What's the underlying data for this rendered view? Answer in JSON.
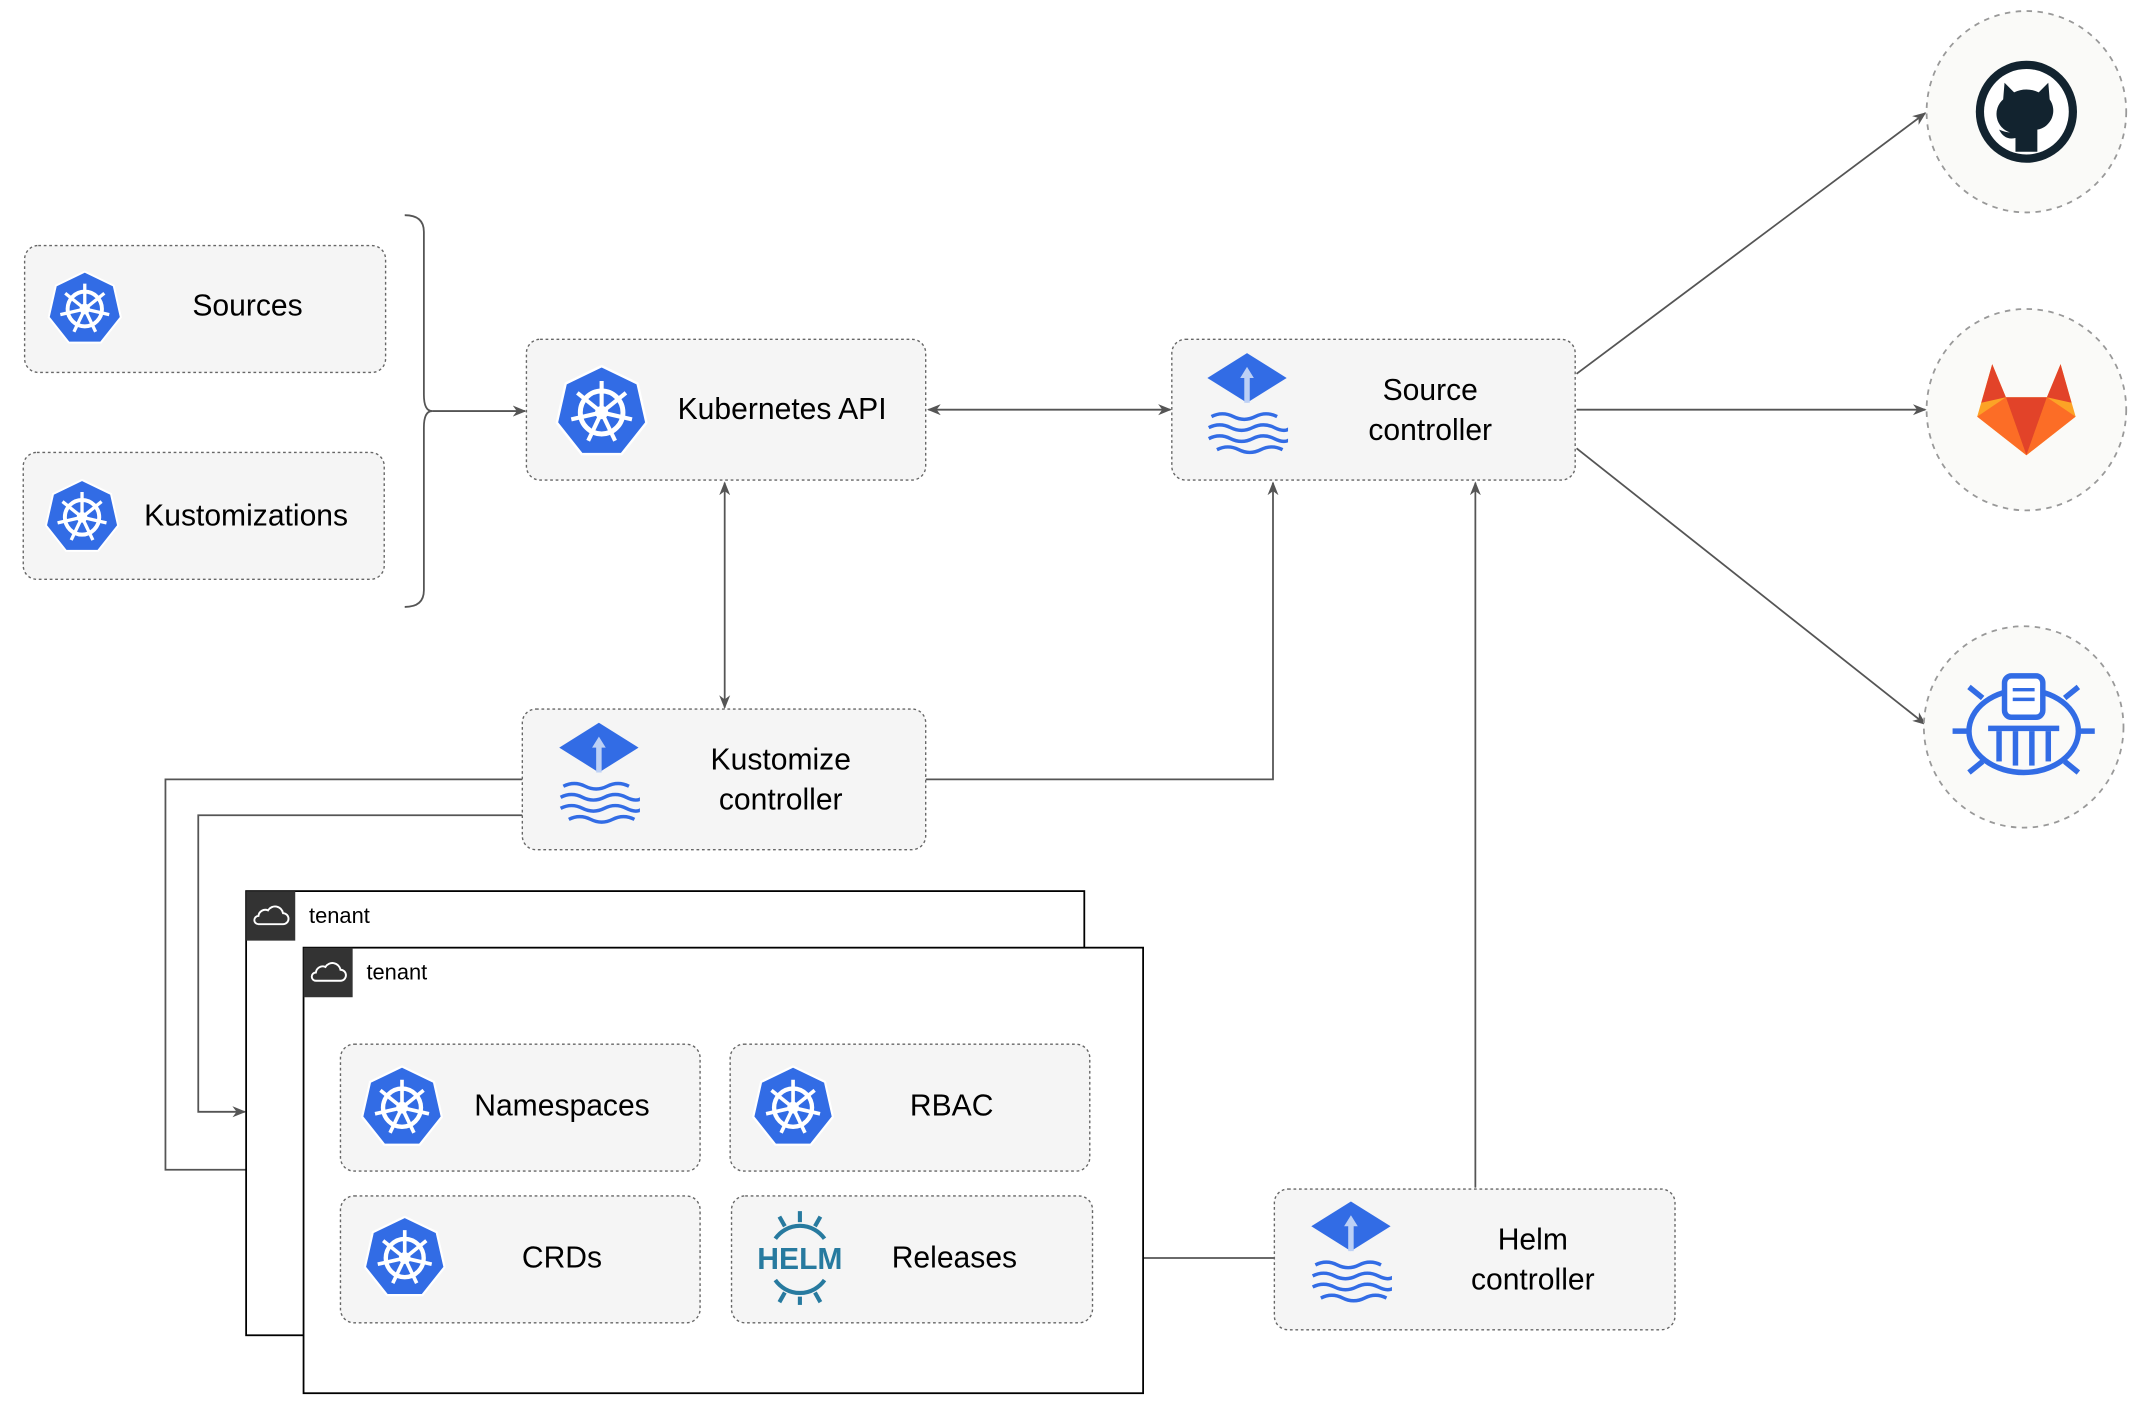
{
  "nodes": {
    "sources": "Sources",
    "kustomizations": "Kustomizations",
    "kubernetes_api": "Kubernetes API",
    "source_controller": [
      "Source",
      "controller"
    ],
    "kustomize_controller": [
      "Kustomize",
      "controller"
    ],
    "helm_controller": [
      "Helm",
      "controller"
    ],
    "namespaces": "Namespaces",
    "rbac": "RBAC",
    "crds": "CRDs",
    "releases": "Releases"
  },
  "tenants": [
    "tenant",
    "tenant"
  ],
  "helm_logo_text": "HELM",
  "external_sources": [
    "github-icon",
    "gitlab-icon",
    "helm-repository-icon"
  ],
  "colors": {
    "k8s_blue": "#326ce5",
    "github": "#12232f",
    "gitlab_red": "#e24329",
    "gitlab_orange": "#fca326",
    "helm": "#277a9f"
  }
}
